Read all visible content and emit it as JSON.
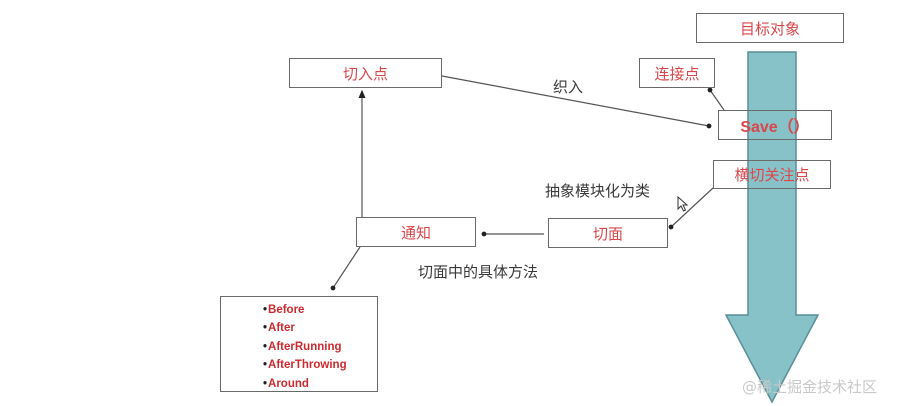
{
  "diagram": {
    "nodes": {
      "target_object": "目标对象",
      "pointcut": "切入点",
      "join_point": "连接点",
      "save": "Save（）",
      "crosscutting_concern": "横切关注点",
      "aspect": "切面",
      "advice": "通知"
    },
    "edge_labels": {
      "weaving": "织入",
      "abstract_modularize": "抽象模块化为类",
      "aspect_methods": "切面中的具体方法"
    },
    "advice_types": [
      "Before",
      "After",
      "AfterRunning",
      "AfterThrowing",
      "Around"
    ],
    "colors": {
      "node_text": "#d9474b",
      "arrow_fill": "#7fbfc4",
      "arrow_stroke": "#5a8e96",
      "border": "#6a6a6a",
      "label_text": "#3a3a3a"
    }
  },
  "watermark": "@稀土掘金技术社区"
}
